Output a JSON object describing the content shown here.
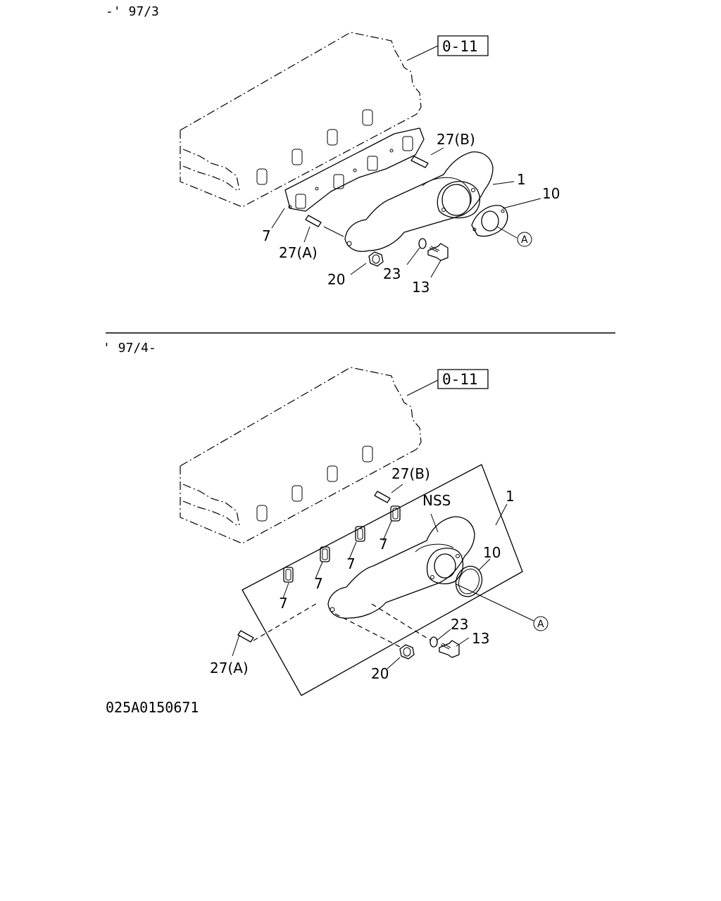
{
  "top": {
    "header": "-' 97/3",
    "ref_box": "0-11",
    "labels": {
      "stud_b": "27(B)",
      "manifold": "1",
      "gasket_outlet": "10",
      "marker_a": "A",
      "gasket_ports": "7",
      "stud_a": "27(A)",
      "nut": "20",
      "washer": "23",
      "bolt": "13"
    }
  },
  "bottom": {
    "header": "' 97/4-",
    "ref_box": "0-11",
    "labels": {
      "stud_b": "27(B)",
      "nss": "NSS",
      "manifold": "1",
      "gasket_outlet": "10",
      "gasket_1": "7",
      "gasket_2": "7",
      "gasket_3": "7",
      "gasket_4": "7",
      "marker_a": "A",
      "washer": "23",
      "bolt": "13",
      "stud_a": "27(A)",
      "nut": "20"
    }
  },
  "figure_code": "025A0150671"
}
